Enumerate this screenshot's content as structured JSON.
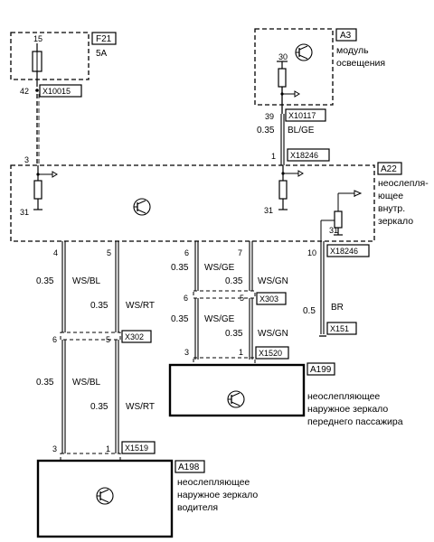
{
  "fuse": {
    "id": "F21",
    "rating": "5A",
    "pin_top": "15",
    "pin_bottom": "42",
    "connector": "X10015"
  },
  "lighting_module": {
    "id": "A3",
    "caption_1": "модуль",
    "caption_2": "освещения",
    "pin_30": "30",
    "pin_39": "39",
    "connector": "X10117",
    "wire_size": "0.35",
    "wire_color": "BL/GE"
  },
  "interior_mirror": {
    "id": "A22",
    "caption_1": "неослепля-",
    "caption_2": "ющее",
    "caption_3": "внутр.",
    "caption_4": "зеркало",
    "ground": "31",
    "pin_left": "3",
    "pin_right": "1",
    "connector_top": "X18246",
    "connector_bottom": "X18246",
    "pins_bottom": [
      "4",
      "5",
      "6",
      "7",
      "10"
    ]
  },
  "wires": {
    "ws_bl": "WS/BL",
    "ws_rt": "WS/RT",
    "ws_ge": "WS/GE",
    "ws_gn": "WS/GN",
    "br": "BR",
    "size_035": "0.35",
    "size_05": "0.5"
  },
  "connectors": {
    "x303": "X303",
    "x302": "X302",
    "x151": "X151",
    "x1520": "X1520",
    "x1519": "X1519"
  },
  "pins": {
    "p6": "6",
    "p5": "5",
    "p3": "3",
    "p1": "1"
  },
  "passenger_mirror": {
    "id": "A199",
    "caption_1": "неослепляющее",
    "caption_2": "наружное зеркало",
    "caption_3": "переднего пассажира"
  },
  "driver_mirror": {
    "id": "A198",
    "caption_1": "неослепляющее",
    "caption_2": "наружное зеркало",
    "caption_3": "водителя"
  }
}
